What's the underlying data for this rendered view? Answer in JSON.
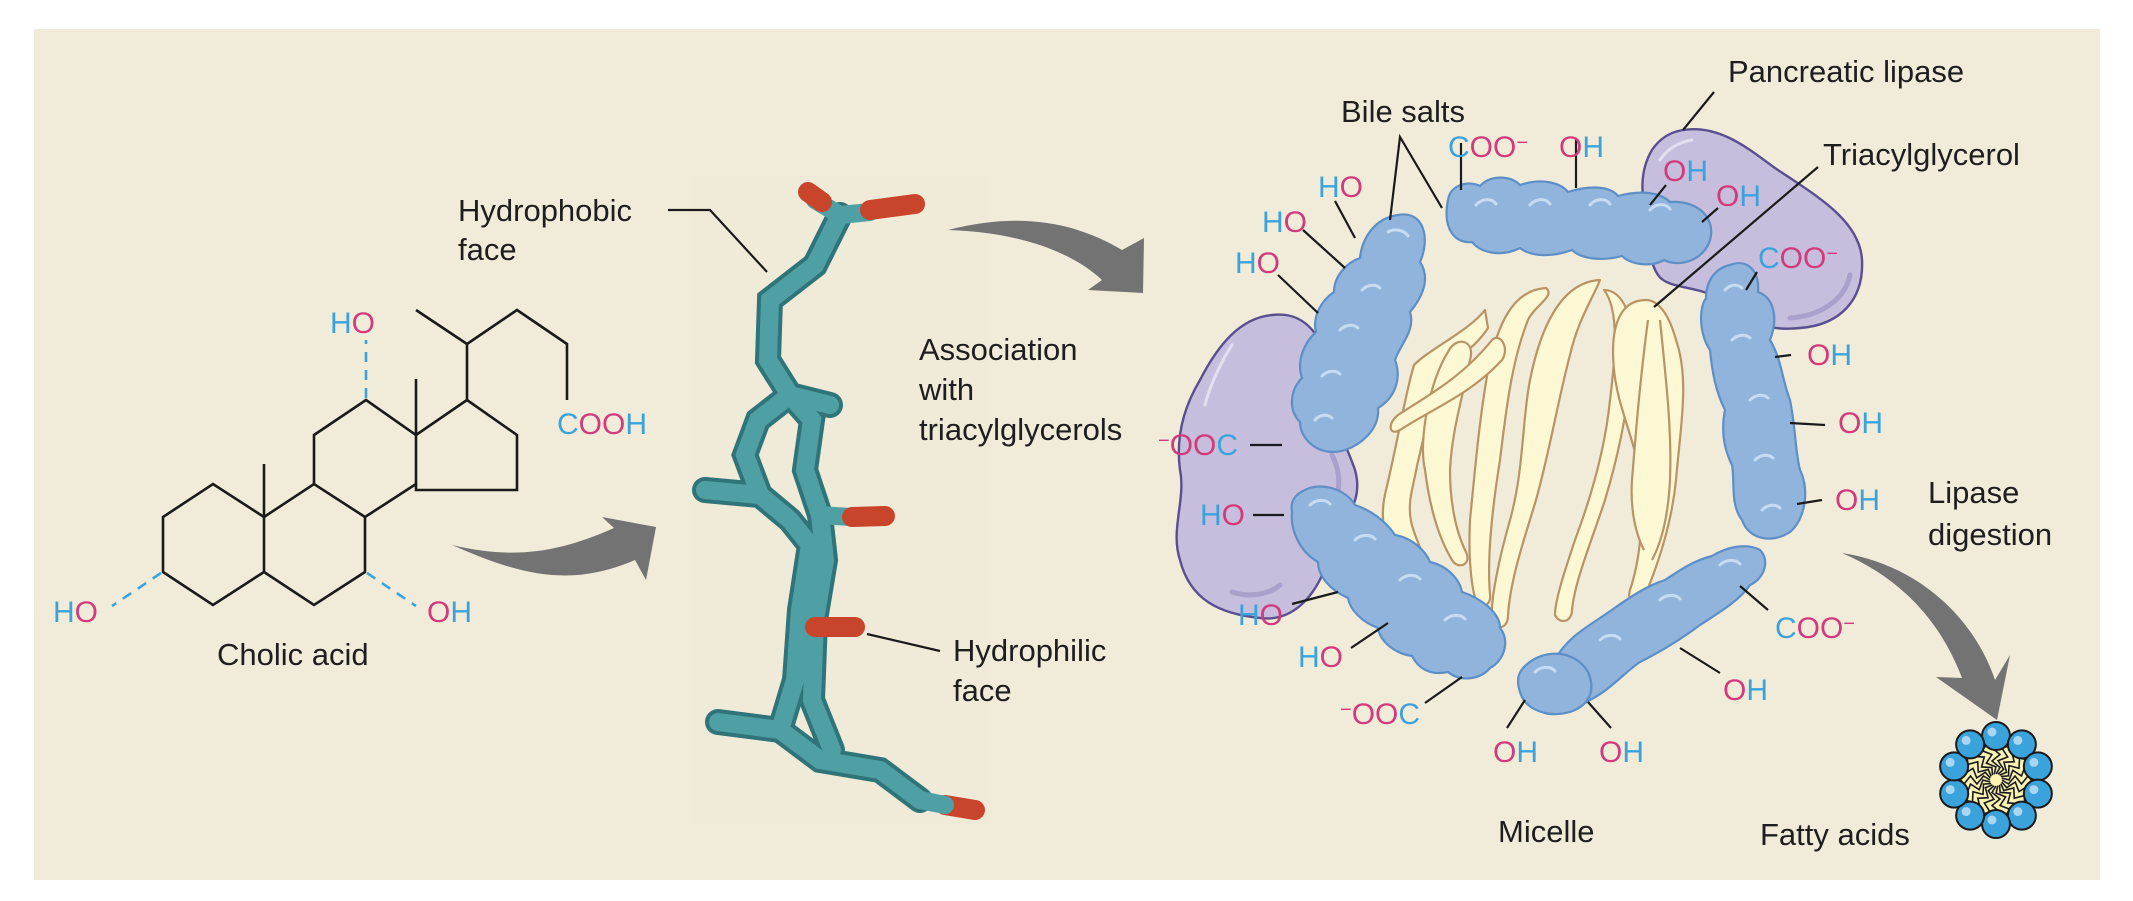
{
  "figure": {
    "background_color": "#f1ecda",
    "colors": {
      "oxygen_label": "#d23a7c",
      "carbon_hydrogen_label": "#3ba3dc",
      "bile_salt": "#90b4dc",
      "pancreatic_lipase": "#c6bedc",
      "triacylglycerol": "#fdf8d4",
      "arrow": "#737373",
      "stick_carbon": "#3f9196",
      "stick_oxygen": "#c8442a",
      "fatty_acid_head": "#3ba3dc"
    }
  },
  "cholic_acid": {
    "name": "Cholic acid",
    "groups": {
      "c12_hydroxyl": {
        "a": "H",
        "b": "O"
      },
      "c3_hydroxyl": {
        "a": "H",
        "b": "O"
      },
      "c7_hydroxyl": {
        "a": "O",
        "b": "H"
      },
      "carboxyl": {
        "a": "C",
        "b": "OO",
        "c": "H"
      }
    }
  },
  "model_3d": {
    "hydrophobic_label": [
      "Hydrophobic",
      "face"
    ],
    "hydrophilic_label": [
      "Hydrophilic",
      "face"
    ]
  },
  "steps": {
    "association": [
      "Association",
      "with",
      "triacylglycerols"
    ],
    "lipase_digestion": [
      "Lipase",
      "digestion"
    ]
  },
  "micelle": {
    "label": "Micelle",
    "bile_salts_label": "Bile salts",
    "pancreatic_lipase_label": "Pancreatic lipase",
    "triacylglycerol_label": "Triacylglycerol",
    "groups": [
      {
        "id": "top-coo",
        "parts": [
          {
            "t": "C",
            "c": "cy"
          },
          {
            "t": "OO",
            "c": "mg"
          },
          {
            "t": "−",
            "c": "mg",
            "sup": true
          }
        ]
      },
      {
        "id": "top-oh",
        "parts": [
          {
            "t": "O",
            "c": "mg"
          },
          {
            "t": "H",
            "c": "cy"
          }
        ]
      },
      {
        "id": "left-ho-1",
        "parts": [
          {
            "t": "H",
            "c": "cy"
          },
          {
            "t": "O",
            "c": "mg"
          }
        ]
      },
      {
        "id": "left-ho-2",
        "parts": [
          {
            "t": "H",
            "c": "cy"
          },
          {
            "t": "O",
            "c": "mg"
          }
        ]
      },
      {
        "id": "left-ho-3",
        "parts": [
          {
            "t": "H",
            "c": "cy"
          },
          {
            "t": "O",
            "c": "mg"
          }
        ]
      },
      {
        "id": "lipase-oh-1",
        "parts": [
          {
            "t": "O",
            "c": "mg"
          },
          {
            "t": "H",
            "c": "cy"
          }
        ]
      },
      {
        "id": "lipase-oh-2",
        "parts": [
          {
            "t": "O",
            "c": "mg"
          },
          {
            "t": "H",
            "c": "cy"
          }
        ]
      },
      {
        "id": "right-coo",
        "parts": [
          {
            "t": "C",
            "c": "cy"
          },
          {
            "t": "OO",
            "c": "mg"
          },
          {
            "t": "−",
            "c": "mg",
            "sup": true
          }
        ]
      },
      {
        "id": "right-oh-1",
        "parts": [
          {
            "t": "O",
            "c": "mg"
          },
          {
            "t": "H",
            "c": "cy"
          }
        ]
      },
      {
        "id": "right-oh-2",
        "parts": [
          {
            "t": "O",
            "c": "mg"
          },
          {
            "t": "H",
            "c": "cy"
          }
        ]
      },
      {
        "id": "right-oh-3",
        "parts": [
          {
            "t": "O",
            "c": "mg"
          },
          {
            "t": "H",
            "c": "cy"
          }
        ]
      },
      {
        "id": "left-ooc",
        "parts": [
          {
            "t": "−",
            "c": "mg",
            "sup": true
          },
          {
            "t": "OO",
            "c": "mg"
          },
          {
            "t": "C",
            "c": "cy"
          }
        ]
      },
      {
        "id": "left-ho-4",
        "parts": [
          {
            "t": "H",
            "c": "cy"
          },
          {
            "t": "O",
            "c": "mg"
          }
        ]
      },
      {
        "id": "lower-ho-1",
        "parts": [
          {
            "t": "H",
            "c": "cy"
          },
          {
            "t": "O",
            "c": "mg"
          }
        ]
      },
      {
        "id": "lower-ho-2",
        "parts": [
          {
            "t": "H",
            "c": "cy"
          },
          {
            "t": "O",
            "c": "mg"
          }
        ]
      },
      {
        "id": "lower-ooc",
        "parts": [
          {
            "t": "−",
            "c": "mg",
            "sup": true
          },
          {
            "t": "OO",
            "c": "mg"
          },
          {
            "t": "C",
            "c": "cy"
          }
        ]
      },
      {
        "id": "bottom-oh-1",
        "parts": [
          {
            "t": "O",
            "c": "mg"
          },
          {
            "t": "H",
            "c": "cy"
          }
        ]
      },
      {
        "id": "bottom-oh-2",
        "parts": [
          {
            "t": "O",
            "c": "mg"
          },
          {
            "t": "H",
            "c": "cy"
          }
        ]
      },
      {
        "id": "br-oh",
        "parts": [
          {
            "t": "O",
            "c": "mg"
          },
          {
            "t": "H",
            "c": "cy"
          }
        ]
      },
      {
        "id": "br-coo",
        "parts": [
          {
            "t": "C",
            "c": "cy"
          },
          {
            "t": "OO",
            "c": "mg"
          },
          {
            "t": "−",
            "c": "mg",
            "sup": true
          }
        ]
      }
    ]
  },
  "fatty_acids": {
    "label": "Fatty acids",
    "head_count": 10
  }
}
